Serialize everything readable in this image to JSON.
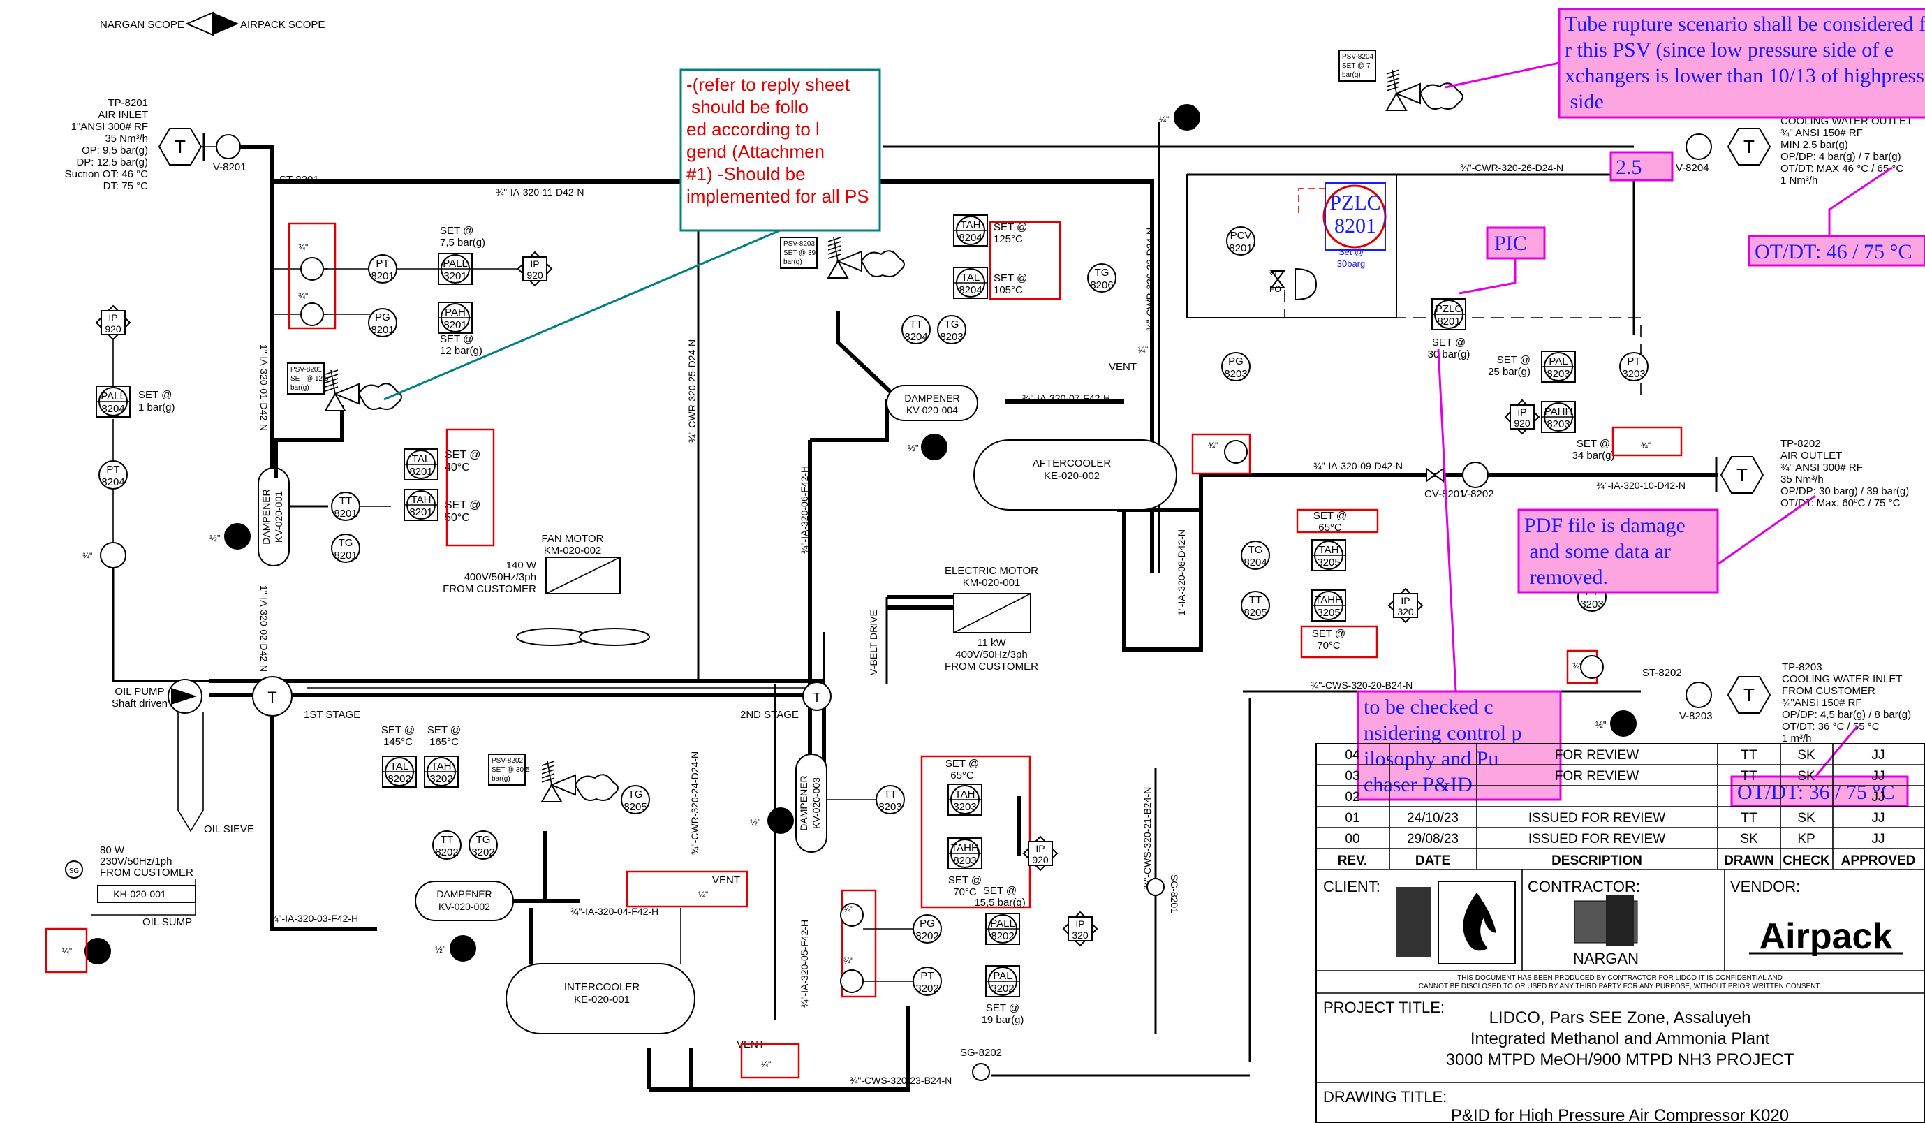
{
  "scope": {
    "left": "NARGAN SCOPE",
    "right": "AIRPACK SCOPE"
  },
  "tie_points": {
    "tp8201": {
      "lines": [
        "TP-8201",
        "AIR INLET",
        "1\"ANSI 300# RF",
        "35 Nm³/h",
        "OP: 9,5 bar(g)",
        "DP: 12,5 bar(g)",
        "Suction OT: 46 °C",
        "DT: 75 °C"
      ],
      "valve": "V-8201",
      "strainer": "ST-8201"
    },
    "tp8202": {
      "lines": [
        "TP-8202",
        "AIR OUTLET",
        "¾\" ANSI 300# RF",
        "35 Nm³/h",
        "OP/DP: 30 barg) / 39 bar(g)",
        "OT/DT: Max. 60ºC / 75 °C"
      ],
      "valve": "V-8202",
      "cv": "CV-8201"
    },
    "tp8203": {
      "lines": [
        "TP-8203",
        "COOLING WATER INLET",
        "FROM CUSTOMER",
        "¾\"ANSI 150# RF",
        "OP/DP: 4,5 bar(g) / 8 bar(g)",
        "OT/DT: 36 °C / 55 °C",
        "1 m³/h"
      ],
      "valve": "V-8203",
      "strainer": "ST-8202"
    },
    "tp8204": {
      "lines": [
        "COOLING WATER OUTLET",
        "¾\" ANSI 150# RF",
        "MIN 2,5 bar(g)",
        "OP/DP: 4 bar(g) / 7 bar(g)",
        "OT/DT: MAX 46 °C / 65 °C",
        "1 Nm³/h"
      ],
      "valve": "V-8204"
    }
  },
  "comments": {
    "psv": "Tube rupture scenario shall be considered for this PSV (since low pressure side of exchangers is lower than 10/13 of highpressire side",
    "value_25": "2.5",
    "otdt_46": "OT/DT: 46 / 75 °C",
    "pic": "PIC",
    "pdf": "PDF file is damaged and some data are removed.",
    "control": "to be checked considering control philosophy and Purchaser P&ID",
    "otdt_36": "OT/DT: 36 / 75 °C",
    "legend": "-(refer to reply sheet) should be followed according to legend (Attachment#1) -Should be implemented for all PSV"
  },
  "lines": {
    "l11": "¾\"-IA-320-11-D42-N",
    "l01": "1\"-IA-320-01-D42-N",
    "l02": "1\"-IA-320-02-D42-N",
    "l03": "¾\"-IA-320-03-F42-H",
    "l04": "¾\"-IA-320-04-F42-H",
    "l05": "¾\"-IA-320-05-F42-H",
    "l06": "¾\"-IA-320-06-F42-H",
    "l07": "¾\"-IA-320-07-F42-H",
    "l08": "1\"-IA-320-08-D42-N",
    "l09": "¾\"-IA-320-09-D42-N",
    "l10": "¾\"-IA-320-10-D42-N",
    "cws20": "¾\"-CWS-320-20-B24-N",
    "cws21": "¾\"-CWS-320-21-B24-N",
    "cws23": "¾\"-CWS-320-23-B24-N",
    "cwr22": "¾\"-CWR-320-22-D24-N",
    "cwr24": "¾\"-CWR-320-24-D24-N",
    "cwr25": "¾\"-CWR-320-25-D24-N",
    "cwr26": "¾\"-CWR-320-26-D24-N"
  },
  "equipment": {
    "dampener1": [
      "DAMPENER",
      "KV-020-001"
    ],
    "dampener2": [
      "DAMPENER",
      "KV-020-002"
    ],
    "dampener3": [
      "DAMPENER",
      "KV-020-003"
    ],
    "dampener4": [
      "DAMPENER",
      "KV-020-004"
    ],
    "aftercooler": [
      "AFTERCOOLER",
      "KE-020-002"
    ],
    "intercooler": [
      "INTERCOOLER",
      "KE-020-001"
    ],
    "fan": [
      "FAN MOTOR",
      "KM-020-002"
    ],
    "fan_spec": [
      "140 W",
      "400V/50Hz/3ph",
      "FROM CUSTOMER"
    ],
    "motor": [
      "ELECTRIC MOTOR",
      "KM-020-001"
    ],
    "motor_spec": [
      "11 kW",
      "400V/50Hz/3ph",
      "FROM CUSTOMER"
    ],
    "belt": "V-BELT DRIVE",
    "stage1": "1ST STAGE",
    "stage2": "2ND STAGE",
    "oilpump": [
      "OIL PUMP",
      "Shaft driven"
    ],
    "oilsieve": "OIL SIEVE",
    "oilsump": "OIL SUMP",
    "heater": [
      "80 W",
      "230V/50Hz/1ph",
      "FROM CUSTOMER"
    ],
    "heater_tag": "KH-020-001",
    "sg": "SG",
    "vent": "VENT",
    "quarter": "¼\"",
    "half": "½\"",
    "threeq": "¾\""
  },
  "instruments": {
    "pt8201": [
      "PT",
      "8201"
    ],
    "pg8201": [
      "PG",
      "8201"
    ],
    "pall3201": [
      "PALL",
      "3201"
    ],
    "pah8201": [
      "PAH",
      "8201"
    ],
    "ip920a": [
      "IP",
      "920"
    ],
    "set75": [
      "SET @",
      "7,5 bar(g)"
    ],
    "set12": [
      "SET @",
      "12 bar(g)"
    ],
    "ip920b": [
      "IP",
      "920"
    ],
    "pall8204": [
      "PALL",
      "8204"
    ],
    "set1": [
      "SET @",
      "1 bar(g)"
    ],
    "pt8204": [
      "PT",
      "8204"
    ],
    "tal8201": [
      "TAL",
      "8201"
    ],
    "tah8201": [
      "TAH",
      "8201"
    ],
    "tt8201": [
      "TT",
      "8201"
    ],
    "tg8201": [
      "TG",
      "8201"
    ],
    "set40": [
      "SET @",
      "40°C"
    ],
    "set50": [
      "SET @",
      "50°C"
    ],
    "tah8204": [
      "TAH",
      "8204"
    ],
    "tal8204": [
      "TAL",
      "8204"
    ],
    "tt8204": [
      "TT",
      "8204"
    ],
    "tg8203": [
      "TG",
      "8203"
    ],
    "set125": [
      "SET @",
      "125°C"
    ],
    "set105": [
      "SET @",
      "105°C"
    ],
    "tg8206": [
      "TG",
      "8206"
    ],
    "pcv8201": [
      "PCV",
      "8201"
    ],
    "pg8203": [
      "PG",
      "8203"
    ],
    "pzlc": [
      "PZLC",
      "8201"
    ],
    "pzlc_set": [
      "Set @",
      "30barg"
    ],
    "pzlc2": [
      "PZLC",
      "8201"
    ],
    "set30": [
      "SET @",
      "30 bar(g)"
    ],
    "pal8203": [
      "PAL",
      "8203"
    ],
    "pt3203": [
      "PT",
      "3203"
    ],
    "set25": [
      "SET @",
      "25 bar(g)"
    ],
    "pahh8203": [
      "PAHH",
      "8203"
    ],
    "ip920c": [
      "IP",
      "920"
    ],
    "set34": [
      "SET @",
      "34 bar(g)"
    ],
    "tg8204": [
      "TG",
      "8204"
    ],
    "tah3205": [
      "TAH",
      "3205"
    ],
    "tt8205": [
      "TT",
      "8205"
    ],
    "tahh3205": [
      "TAHH",
      "3205"
    ],
    "ip320a": [
      "IP",
      "320"
    ],
    "set65a": [
      "SET @",
      "65°C"
    ],
    "set70a": [
      "SET @",
      "70°C"
    ],
    "tal8202": [
      "TAL",
      "8202"
    ],
    "tah3202": [
      "TAH",
      "3202"
    ],
    "set145": [
      "SET @",
      "145°C"
    ],
    "set165": [
      "SET @",
      "165°C"
    ],
    "tt8202": [
      "TT",
      "8202"
    ],
    "tg3202": [
      "TG",
      "3202"
    ],
    "tg8205": [
      "TG",
      "8205"
    ],
    "tt8203": [
      "TT",
      "8203"
    ],
    "tah3203": [
      "TAH",
      "3203"
    ],
    "tahh8203": [
      "TAHH",
      "8203"
    ],
    "ip920d": [
      "IP",
      "920"
    ],
    "set65b": [
      "SET @",
      "65°C"
    ],
    "set70b": [
      "SET @",
      "70°C"
    ],
    "set155": [
      "SET @",
      "15,5 bar(g)"
    ],
    "pg8202": [
      "PG",
      "8202"
    ],
    "pt3202": [
      "PT",
      "3202"
    ],
    "pall8202": [
      "PALL",
      "8202"
    ],
    "pal3202": [
      "PAL",
      "3202"
    ],
    "ip320b": [
      "IP",
      "320"
    ],
    "set19": [
      "SET @",
      "19 bar(g)"
    ],
    "sg8202": "SG-8202",
    "sg8201": "SG-8201",
    "psv8201": [
      "PSV-8201",
      "SET @ 12,5",
      "bar(g)"
    ],
    "psv8202": [
      "PSV-8202",
      "SET @ 30,5",
      "bar(g)"
    ],
    "psv8203": [
      "PSV-8203",
      "SET @ 39",
      "bar(g)"
    ],
    "psv8204": [
      "PSV-8204",
      "SET @ 7",
      "bar(g)"
    ],
    "fo": "FO"
  },
  "title_block": {
    "revisions": [
      {
        "rev": "04",
        "date": "",
        "desc": "FOR REVIEW",
        "drawn": "TT",
        "check": "SK",
        "appr": "JJ"
      },
      {
        "rev": "03",
        "date": "",
        "desc": "FOR REVIEW",
        "drawn": "TT",
        "check": "SK",
        "appr": "JJ"
      },
      {
        "rev": "02",
        "date": "",
        "desc": "",
        "drawn": "",
        "check": "",
        "appr": "JJ"
      },
      {
        "rev": "01",
        "date": "24/10/23",
        "desc": "ISSUED FOR REVIEW",
        "drawn": "TT",
        "check": "SK",
        "appr": "JJ"
      },
      {
        "rev": "00",
        "date": "29/08/23",
        "desc": "ISSUED FOR REVIEW",
        "drawn": "SK",
        "check": "KP",
        "appr": "JJ"
      }
    ],
    "headers": {
      "rev": "REV.",
      "date": "DATE",
      "desc": "DESCRIPTION",
      "drawn": "DRAWN",
      "check": "CHECK",
      "appr": "APPROVED"
    },
    "client": "CLIENT:",
    "contractor": "CONTRACTOR:",
    "vendor": "VENDOR:",
    "nargan": "NARGAN",
    "airpack": "Airpack",
    "notice": [
      "THIS DOCUMENT HAS BEEN PRODUCED BY CONTRACTOR FOR LIDCO IT IS CONFIDENTIAL AND",
      "CANNOT BE DISCLOSED TO OR USED BY ANY THIRD PARTY FOR ANY PURPOSE, WITHOUT PRIOR WRITTEN CONSENT."
    ],
    "project_label": "PROJECT TITLE:",
    "project": [
      "LIDCO, Pars SEE Zone, Assaluyeh",
      "Integrated Methanol and Ammonia Plant",
      "3000 MTPD MeOH/900 MTPD NH3 PROJECT"
    ],
    "drawing_label": "DRAWING TITLE:",
    "drawing": "P&ID for High Pressure Air Compressor K020"
  }
}
